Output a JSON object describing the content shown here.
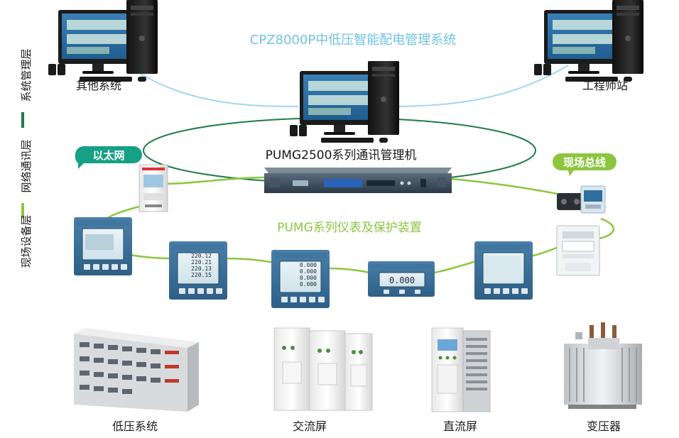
{
  "colors": {
    "system_line": "#9fd7ef",
    "network_ring": "#1f7a4a",
    "field_bus": "#8cc63f",
    "pill_green": "#16a085",
    "pill_lime": "#8cc63f",
    "title_blue": "#6fc3e6",
    "title_green": "#8cc63f"
  },
  "layers": [
    {
      "label": "系统管理层",
      "marker_color": "#1f7a4a"
    },
    {
      "label": "网络通讯层",
      "marker_color": "#1f7a4a"
    },
    {
      "label": "现场设备层",
      "marker_color": "#8cc63f"
    }
  ],
  "system_title": "CPZ8000P中低压智能配电管理系统",
  "computers": [
    {
      "label": "其他系统",
      "icon": "desktop-computer-icon"
    },
    {
      "label": "",
      "icon": "desktop-computer-icon"
    },
    {
      "label": "工程师站",
      "icon": "desktop-computer-icon"
    }
  ],
  "network_title": "PUMG2500系列通讯管理机",
  "ethernet_label": "以太网",
  "fieldbus_label": "现场总线",
  "devices_title": "PUMG系列仪表及保护装置",
  "meter_readings": {
    "meter_2": [
      "220.12",
      "220.21",
      "220.13",
      "220.15"
    ],
    "meter_3": [
      "0.000",
      "0.000",
      "0.000",
      "0.000"
    ],
    "meter_4": "0.000"
  },
  "equipment": [
    {
      "label": "低压系统",
      "icon": "low-voltage-cabinet-icon"
    },
    {
      "label": "交流屏",
      "icon": "ac-panel-icon"
    },
    {
      "label": "直流屏",
      "icon": "dc-panel-icon"
    },
    {
      "label": "变压器",
      "icon": "transformer-icon"
    }
  ]
}
